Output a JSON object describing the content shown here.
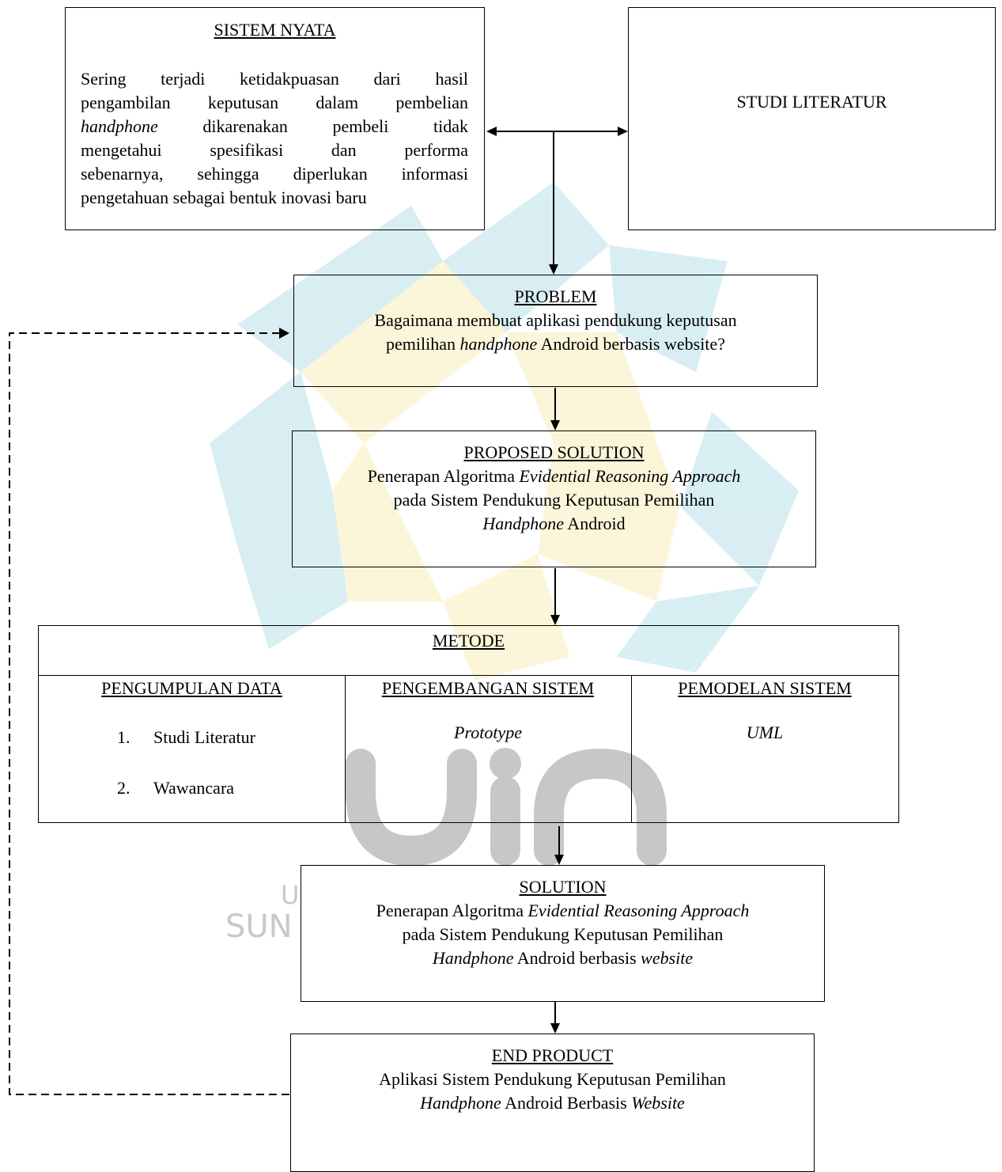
{
  "sistem_nyata": {
    "title": "SISTEM NYATA",
    "lines": [
      "Sering terjadi ketidakpuasan dari hasil",
      "pengambilan keputusan dalam pembelian",
      "dikarenakan pembeli tidak",
      "mengetahui spesifikasi dan performa",
      "sebenarnya, sehingga diperlukan informasi",
      "pengetahuan sebagai bentuk inovasi baru"
    ],
    "italic_word": "handphone"
  },
  "studi_literatur": {
    "title": "STUDI LITERATUR"
  },
  "problem": {
    "title": "PROBLEM",
    "line1": "Bagaimana membuat aplikasi pendukung keputusan",
    "line2_a": "pemilihan ",
    "line2_i": "handphone",
    "line2_b": " Android berbasis website?"
  },
  "proposed_solution": {
    "title": "PROPOSED SOLUTION",
    "line1_a": "Penerapan Algoritma ",
    "line1_i": "Evidential Reasoning Approach",
    "line2": "pada Sistem Pendukung Keputusan Pemilihan",
    "line3_i": "Handphone",
    "line3_b": " Android"
  },
  "metode": {
    "title": "METODE",
    "pengumpulan": {
      "title": "PENGUMPULAN DATA",
      "items": [
        {
          "num": "1.",
          "label": "Studi Literatur"
        },
        {
          "num": "2.",
          "label": "Wawancara"
        }
      ]
    },
    "pengembangan": {
      "title": "PENGEMBANGAN SISTEM",
      "value": "Prototype"
    },
    "pemodelan": {
      "title": "PEMODELAN SISTEM",
      "value": "UML"
    }
  },
  "solution": {
    "title": "SOLUTION",
    "line1_a": "Penerapan Algoritma ",
    "line1_i": "Evidential Reasoning Approach",
    "line2": "pada Sistem Pendukung Keputusan Pemilihan",
    "line3_i": "Handphone",
    "line3_b": " Android berbasis ",
    "line3_i2": "website"
  },
  "end_product": {
    "title": "END PRODUCT",
    "line1": "Aplikasi Sistem Pendukung Keputusan Pemilihan",
    "line2_i": "Handphone",
    "line2_b": " Android Berbasis ",
    "line2_i2": "Website"
  },
  "watermark": {
    "logo_text": "uin",
    "partial_text_1": "U",
    "partial_text_2": "SUN"
  },
  "colors": {
    "watermark_teal": "#d6eef2",
    "watermark_yellow": "#fbf6d8",
    "watermark_grey": "#c7c7c7"
  }
}
